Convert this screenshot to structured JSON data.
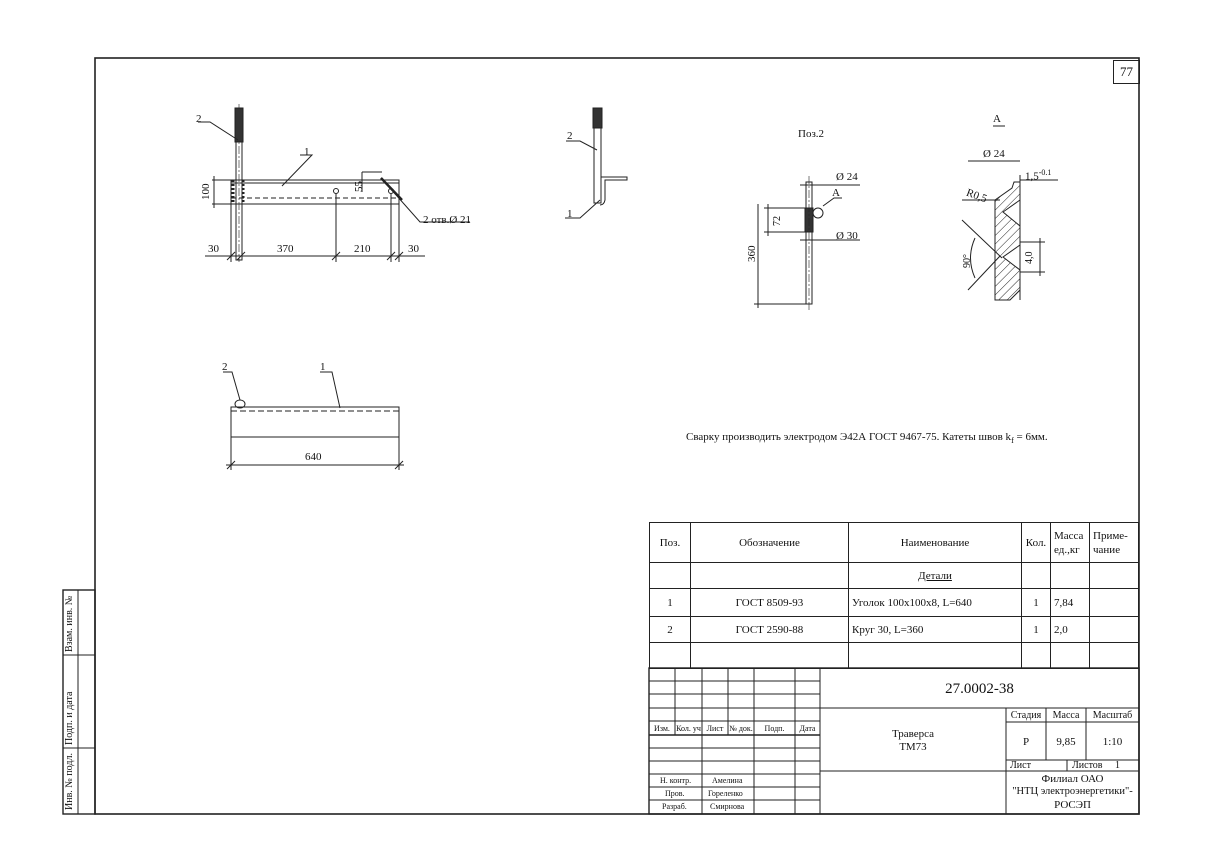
{
  "sheet_number": "77",
  "views": {
    "main": {
      "leader_1": "1",
      "leader_2": "2",
      "dim_height": "100",
      "dim_55": "55",
      "holes_note": "2 отв.Ø 21",
      "dims": [
        "30",
        "370",
        "210",
        "30"
      ]
    },
    "side": {
      "leader_1": "1",
      "leader_2": "2"
    },
    "pos2": {
      "title": "Поз.2",
      "dia_24": "Ø 24",
      "dia_30": "Ø 30",
      "callout_a": "А",
      "dim_72": "72",
      "dim_360": "360"
    },
    "detail_a": {
      "title": "А",
      "dia_24": "Ø 24",
      "r05": "R0,5",
      "pitch": "1,5",
      "pitch_tol": "-0.1",
      "angle": "90°",
      "depth": "4,0"
    },
    "top": {
      "leader_1": "1",
      "leader_2": "2",
      "dim_length": "640"
    }
  },
  "weld_note": {
    "text": "Сварку производить электродом Э42А ГОСТ 9467-75.  Катеты швов k",
    "sub": "f",
    "tail": " = 6мм."
  },
  "spec": {
    "headers": {
      "pos": "Поз.",
      "designation": "Обозначение",
      "name": "Наименование",
      "qty": "Кол.",
      "mass_1": "Масса",
      "mass_2": "ед.,кг",
      "note_1": "Приме-",
      "note_2": "чание"
    },
    "section": "Детали",
    "rows": [
      {
        "pos": "1",
        "designation": "ГОСТ 8509-93",
        "name": "Уголок 100х100х8, L=640",
        "qty": "1",
        "mass": "7,84"
      },
      {
        "pos": "2",
        "designation": "ГОСТ 2590-88",
        "name": "Круг 30, L=360",
        "qty": "1",
        "mass": "2,0"
      }
    ]
  },
  "title_block": {
    "doc_number": "27.0002-38",
    "name_1": "Траверса",
    "name_2": "ТМ73",
    "stage_label": "Стадия",
    "mass_label": "Масса",
    "scale_label": "Масштаб",
    "stage": "Р",
    "mass": "9,85",
    "scale": "1:10",
    "sheet_label": "Лист",
    "sheets_label": "Листов",
    "sheets": "1",
    "org_1": "Филиал ОАО",
    "org_2": "\"НТЦ электроэнергетики\"-",
    "org_3": "РОСЭП",
    "rev_headers": [
      "Изм.",
      "Кол. уч",
      "Лист",
      "№ док.",
      "Подп.",
      "Дата"
    ],
    "roles": [
      {
        "role": "Н. контр.",
        "person": "Амелина"
      },
      {
        "role": "Пров.",
        "person": "Гореленко"
      },
      {
        "role": "Разраб.",
        "person": "Смирнова"
      }
    ]
  },
  "side_stamp": [
    "Инв. № подл.",
    "Подп. и дата",
    "Взам. инв. №"
  ]
}
